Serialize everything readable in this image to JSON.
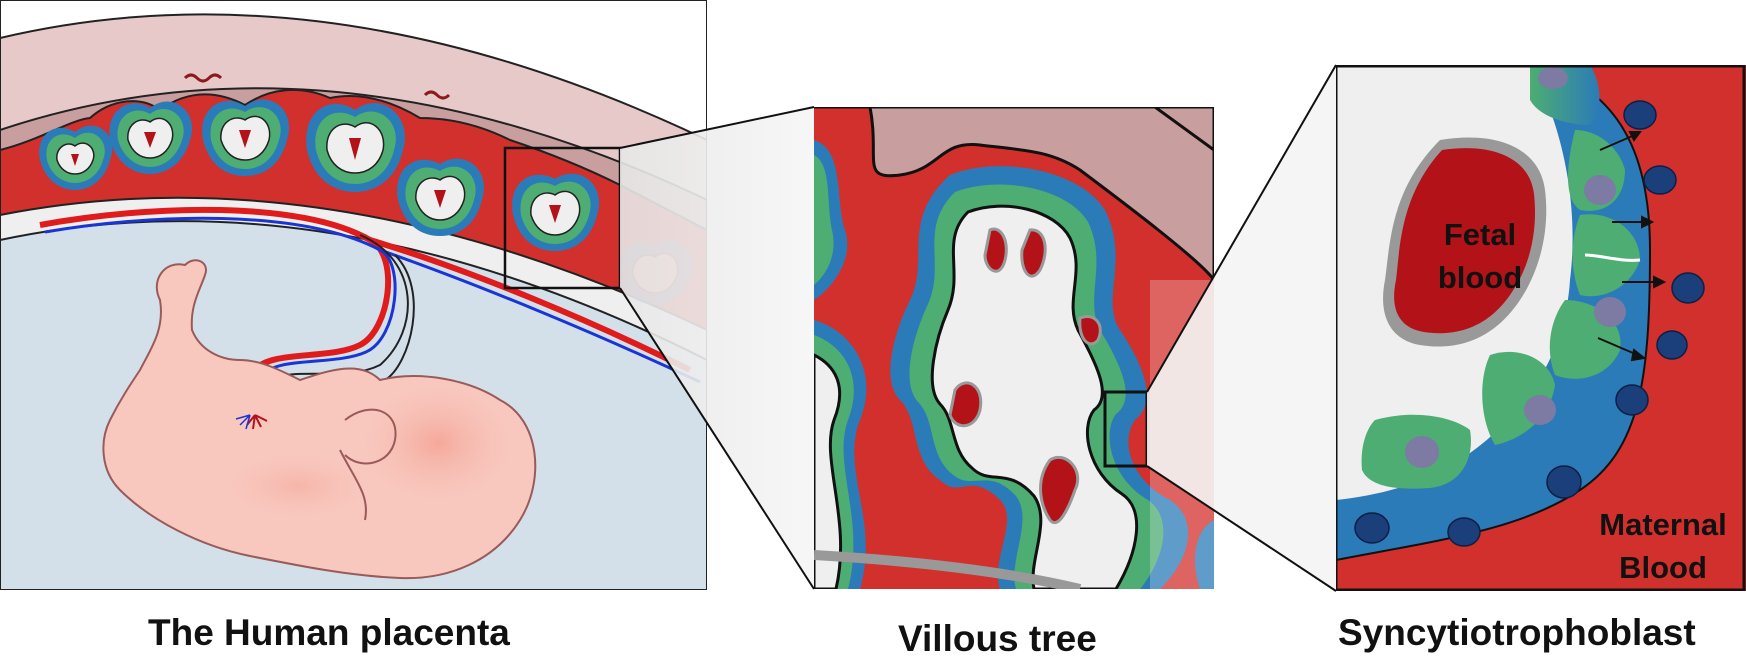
{
  "panels": {
    "placenta": {
      "caption": "The Human placenta"
    },
    "villous_tree": {
      "caption": "Villous tree"
    },
    "syncytiotrophoblast": {
      "caption": "Syncytiotrophoblast",
      "label_fetal_line1": "Fetal",
      "label_fetal_line2": "blood",
      "label_maternal_line1": "Maternal",
      "label_maternal_line2": "Blood"
    }
  },
  "colors": {
    "maternal_blood": "#d2302d",
    "fetal_blood": "#b31318",
    "syncytiotrophoblast": "#2b7bb8",
    "cytotrophoblast": "#4dad72",
    "nucleus_syncytio": "#1b3f7a",
    "nucleus_cyto": "#7d7aa3",
    "stroma": "#efefef",
    "decidua": "#c99e9e",
    "uterus": "#e8c9c9",
    "amniotic_fluid": "#d3e0ea",
    "fetus": "#f8c8bf",
    "artery": "#e01b1b",
    "vein": "#1a35d6"
  }
}
